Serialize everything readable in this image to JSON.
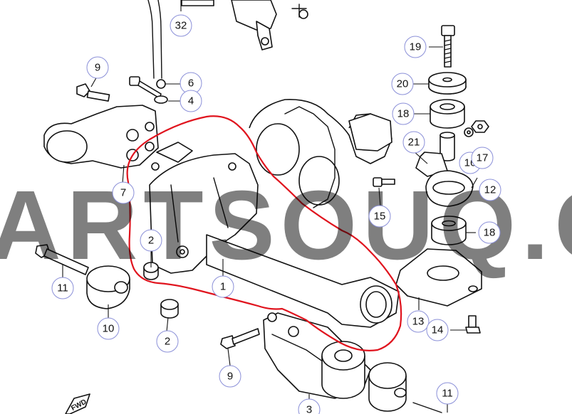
{
  "watermark": {
    "text": "ARTSOUQ.CO"
  },
  "fwd_label": "FWD",
  "highlight_color": "#e0141e",
  "callout_color": "#8a8fd8",
  "callouts": [
    "32",
    "19",
    "20",
    "18",
    "21",
    "16",
    "17",
    "12",
    "15",
    "18",
    "13",
    "14",
    "11",
    "9",
    "6",
    "4",
    "7",
    "2",
    "11",
    "10",
    "2",
    "1",
    "9",
    "3"
  ]
}
